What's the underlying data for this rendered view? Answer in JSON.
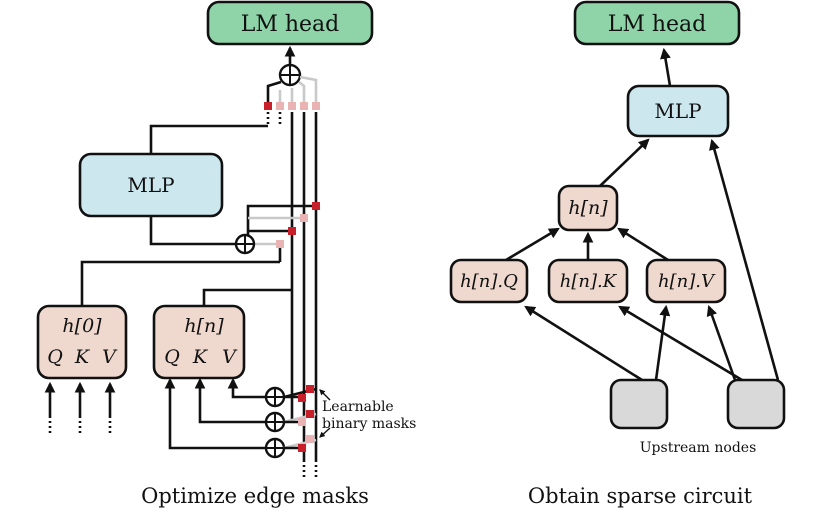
{
  "left_panel": {
    "lm_head_label": "LM head",
    "mlp_label": "MLP",
    "head0": {
      "title": "h[0]",
      "q": "Q",
      "k": "K",
      "v": "V"
    },
    "headn": {
      "title": "h[n]",
      "q": "Q",
      "k": "K",
      "v": "V"
    },
    "mask_annotation_line1": "Learnable",
    "mask_annotation_line2": "binary masks",
    "caption": "Optimize edge masks"
  },
  "right_panel": {
    "lm_head_label": "LM head",
    "mlp_label": "MLP",
    "hn_label": "h[n]",
    "hnq_label": "h[n].Q",
    "hnk_label": "h[n].K",
    "hnv_label": "h[n].V",
    "upstream_label": "Upstream nodes",
    "caption": "Obtain sparse circuit"
  },
  "colors": {
    "lm_head_fill": "#8fd4a8",
    "mlp_fill": "#cde7ef",
    "head_fill": "#efd9cf",
    "upstream_fill": "#d9d9d9",
    "mask_on": "#c8202b",
    "mask_off": "#e9b3b3",
    "wire_gray": "#c9c9c9"
  }
}
